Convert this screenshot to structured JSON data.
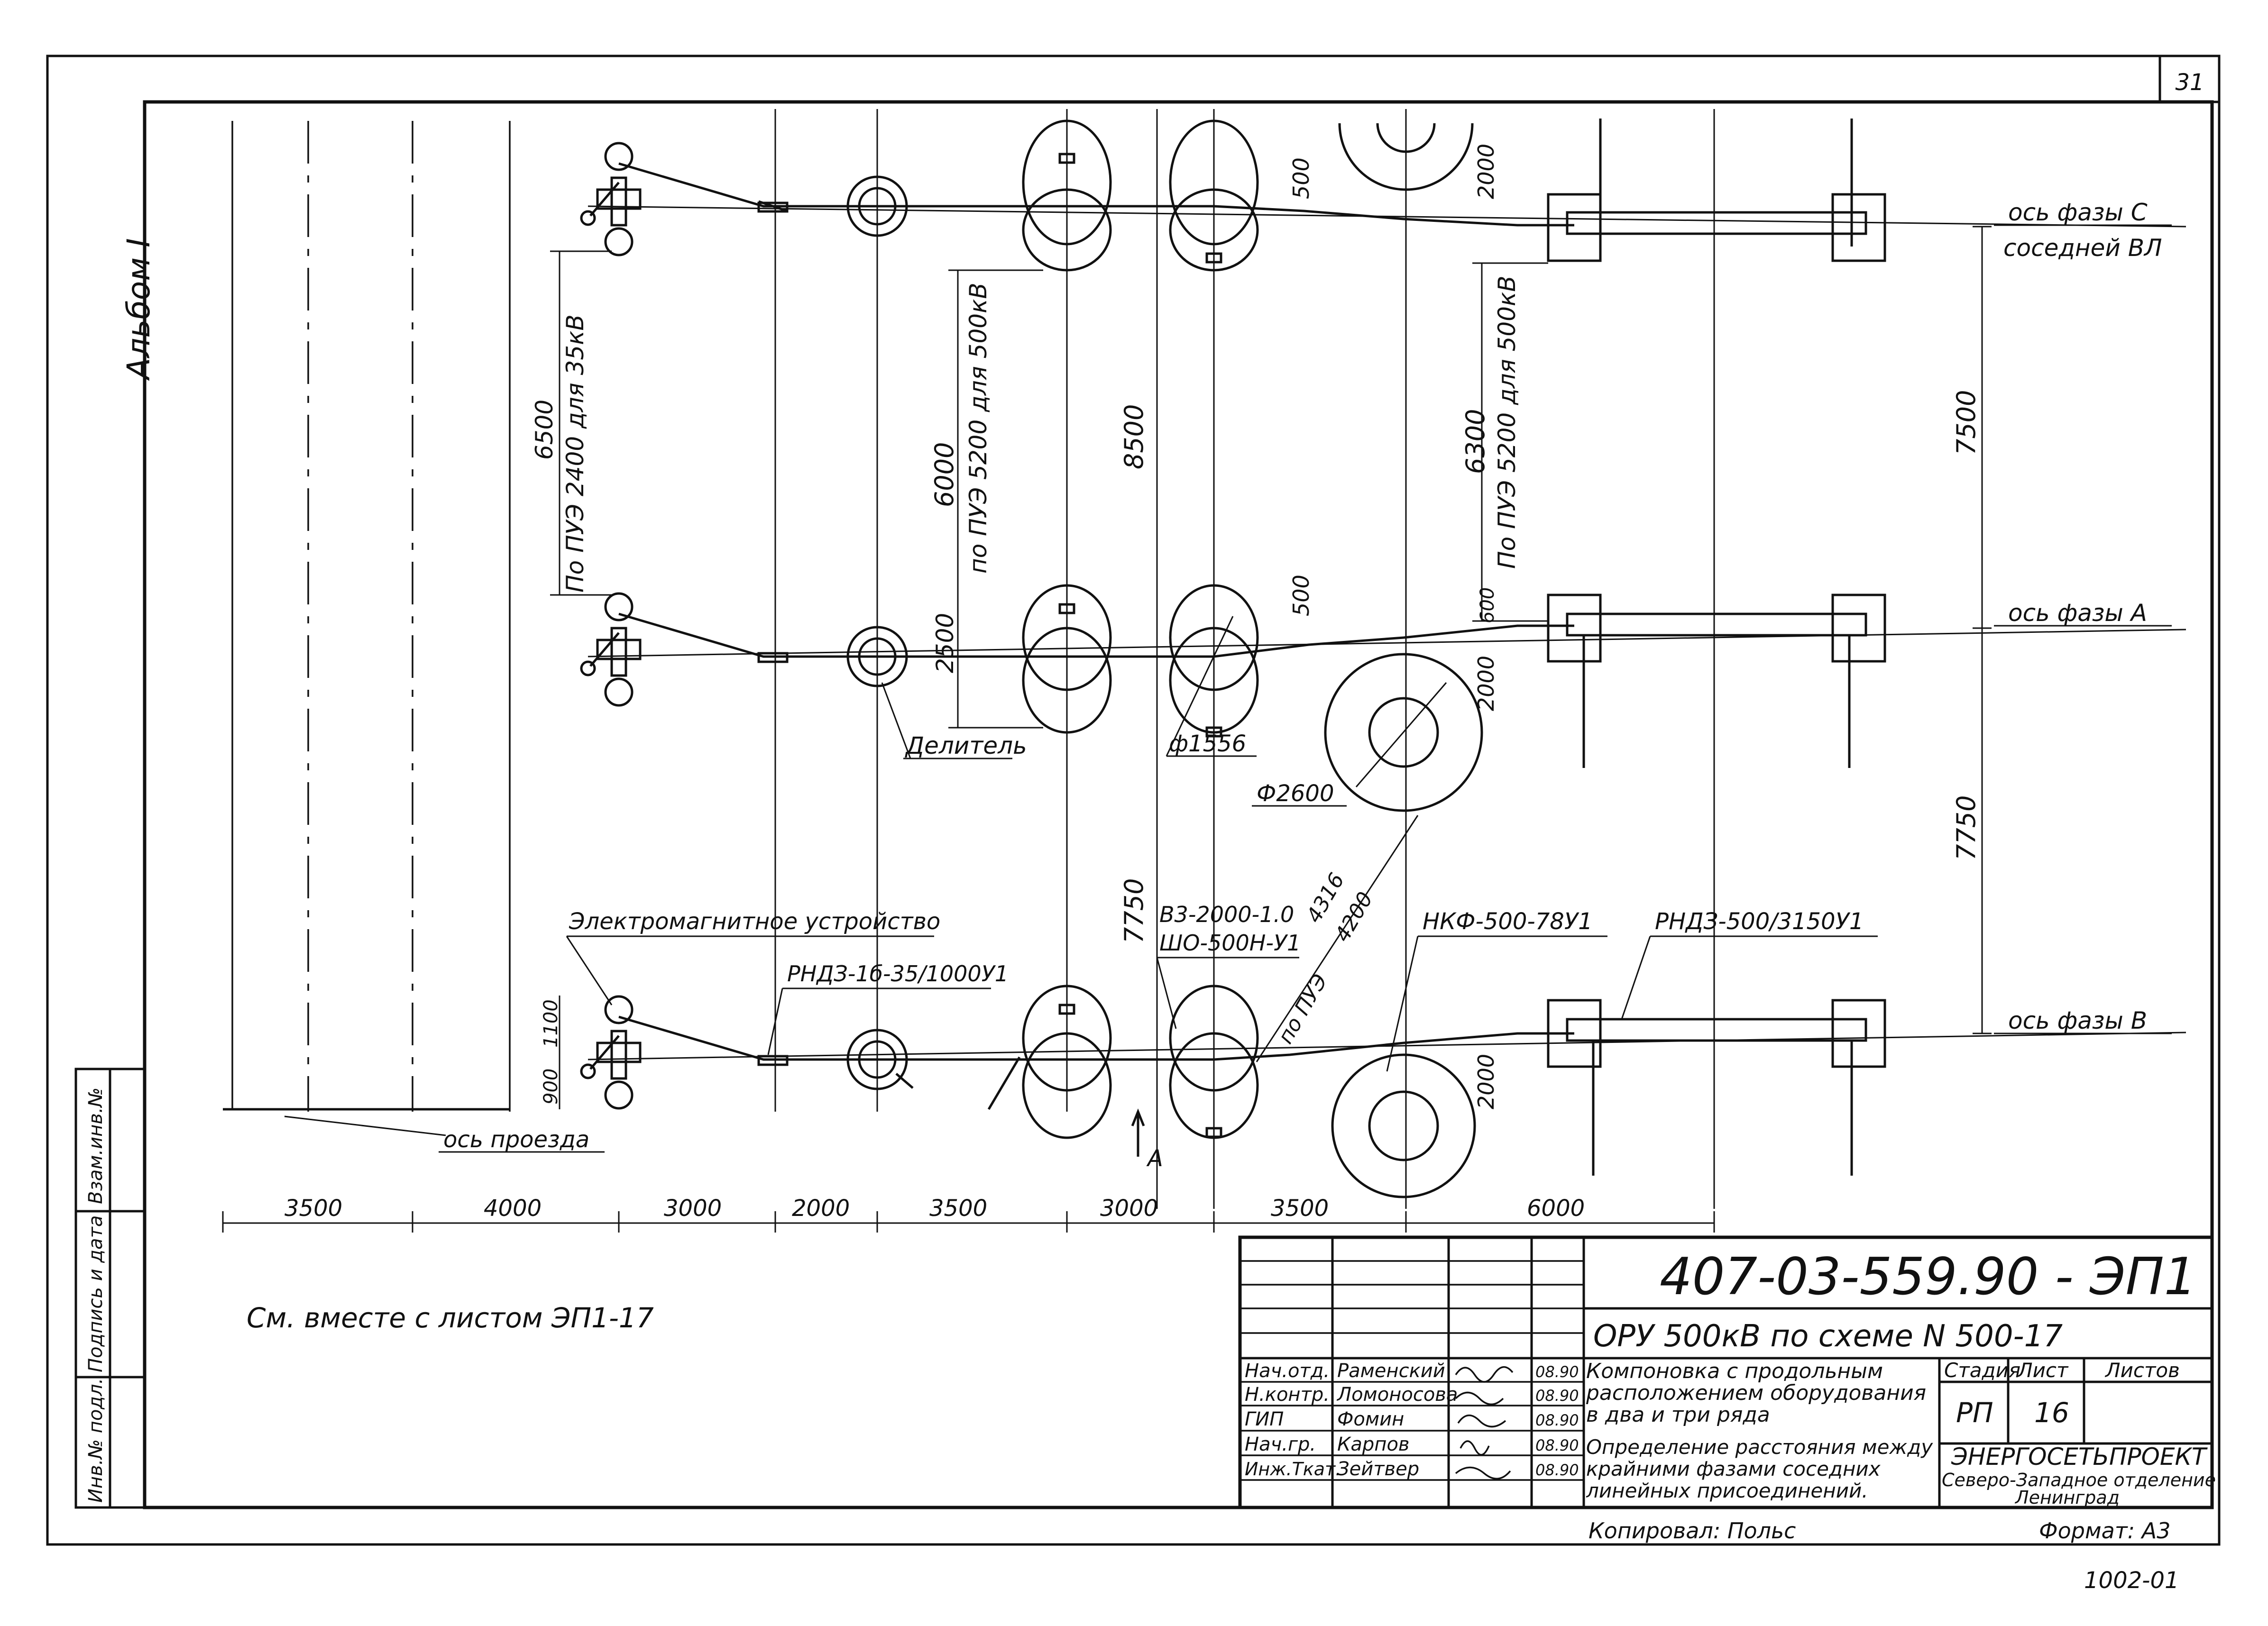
{
  "sheet": {
    "sheet_number": "31",
    "album": "Альбом I",
    "bottom_note": "1002-01"
  },
  "phases": {
    "c_line1": "ось фазы С",
    "c_line2": "соседней ВЛ",
    "a": "ось фазы А",
    "b": "ось фазы В"
  },
  "labels": {
    "divider": "Делитель",
    "em_device": "Электромагнитное устройство",
    "rnd_small": "РНДЗ-1б-35/1000У1",
    "v3": "В3-2000-1.0",
    "sho": "ШО-500Н-У1",
    "nkf": "НКФ-500-78У1",
    "rnd_large": "РНДЗ-500/3150У1",
    "d1556": "ф1556",
    "d2600": "Ф2600",
    "axis_pass": "ось проезда",
    "arrow_a": "А",
    "po_pue_diag": "по ПУЭ",
    "val_4316": "4316",
    "val_4200": "4200"
  },
  "vertical_dims": {
    "d6500": "6500",
    "pue2400": "По ПУЭ 2400 для 35кВ",
    "d6000": "6000",
    "pue5200_a": "по ПУЭ 5200 для 500кВ",
    "d8500": "8500",
    "d6300": "6300",
    "pue5200_b": "По ПУЭ 5200 для 500кВ",
    "d7500": "7500",
    "d500_top": "500",
    "d2000_top": "2000",
    "d2500": "2500",
    "d500_mid": "500",
    "d600": "600",
    "d2000_mid": "2000",
    "d7750_left": "7750",
    "d7750_right": "7750",
    "d900": "900",
    "d1100": "1100",
    "d2000_bot": "2000"
  },
  "horizontal_dims": [
    "3500",
    "4000",
    "3000",
    "2000",
    "3500",
    "3000",
    "3500",
    "6000"
  ],
  "see_note": "См. вместе с листом ЭП1-17",
  "left_strip": {
    "vzam": "Взам.инв.№",
    "podpis": "Подпись и дата",
    "inv": "Инв.№ подл."
  },
  "title_block": {
    "code": "407-03-559.90 - ЭП1",
    "subtitle": "ОРУ 500кВ по схеме N 500-17",
    "description1": "Компоновка с продольным расположением оборудования в два и три ряда",
    "description2": "Определение расстояния между крайними фазами соседних линейных присоединений.",
    "stage_header": "Стадия",
    "sheet_header": "Лист",
    "sheets_header": "Листов",
    "stage": "РП",
    "sheet": "16",
    "sheets": "",
    "org1": "ЭНЕРГОСЕТЬПРОЕКТ",
    "org2": "Северо-Западное отделение",
    "org3": "Ленинград",
    "copied": "Копировал: Польс",
    "format": "Формат: А3",
    "staff": [
      {
        "role": "Нач.отд.",
        "name": "Раменский",
        "date": "08.90"
      },
      {
        "role": "Н.контр.",
        "name": "Ломоносова",
        "date": "08.90"
      },
      {
        "role": "ГИП",
        "name": "Фомин",
        "date": "08.90"
      },
      {
        "role": "Нач.гр.",
        "name": "Карпов",
        "date": "08.90"
      },
      {
        "role": "Инж.Ткат.",
        "name": "Зейтвер",
        "date": "08.90"
      }
    ]
  }
}
